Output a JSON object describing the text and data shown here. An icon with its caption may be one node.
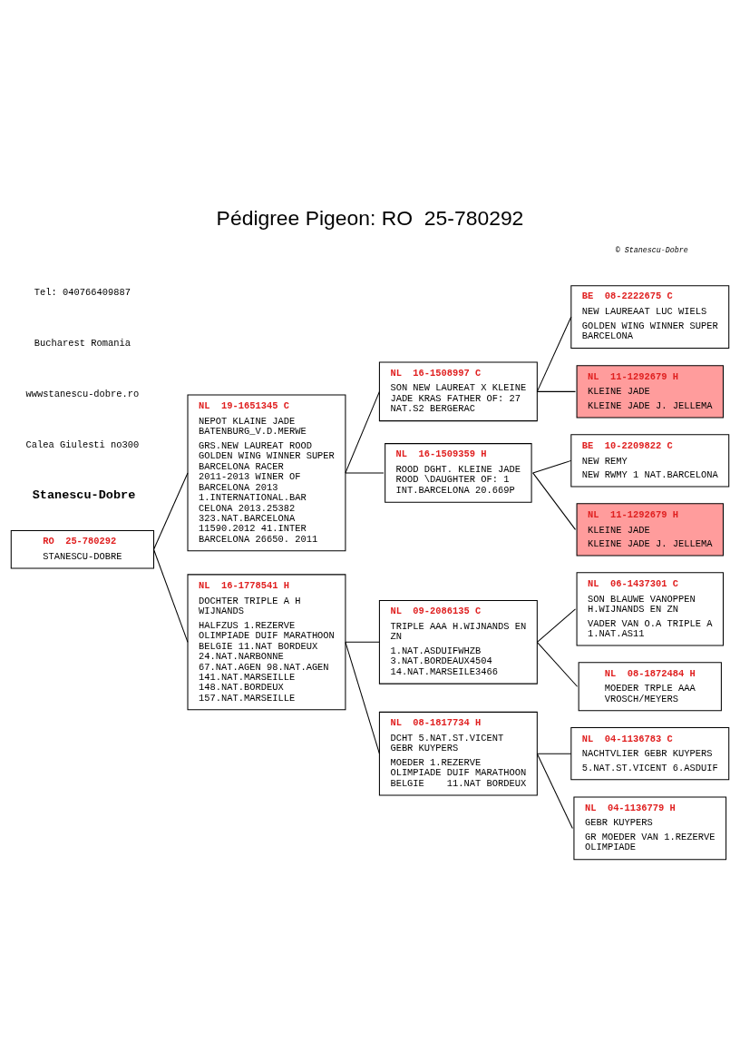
{
  "diagram": {
    "title": "Pédigree Pigeon: RO  25-780292",
    "nodes": [
      {
        "text": [
          "RO  25-780292",
          "STANESCU-DOBRE"
        ]
      },
      {
        "text": [
          "NL  19-1651345 C",
          "NEPOT KLAINE JADE BATENBURG_V.D.MERWE",
          "GRS.NEW LAUREAT ROOD GOLDEN WING WINNER SUPER BARCELONA RACER 2011-2013 WINER OF BARCELONA 2013 1.INTERNATIONAL.BAR CELONA 2013.25382 323.NAT.BARCELONA 11590.2012 41.INTER BARCELONA 26650. 2011"
        ]
      },
      {
        "text": [
          "NL  16-1778541 H",
          "DOCHTER TRIPLE A H WIJNANDS",
          "HALFZUS 1.REZERVE OLIMPIADE DUIF MARATHOON BELGIE 11.NAT BORDEUX 24.NAT.NARBONNE 67.NAT.AGEN 98.NAT.AGEN 141.NAT.MARSEILLE 148.NAT.BORDEUX 157.NAT.MARSEILLE"
        ]
      },
      {
        "text": [
          "NL  16-1508997 C",
          "SON NEW LAUREAT X KLEINE JADE KRAS FATHER OF: 27 NAT.S2 BERGERAC"
        ]
      },
      {
        "text": [
          "NL  16-1509359 H",
          "ROOD DGHT. KLEINE JADE ROOD \\DAUGHTER OF: 1 INT.BARCELONA 20.669P"
        ]
      },
      {
        "text": [
          "NL  09-2086135 C",
          "TRIPLE AAA H.WIJNANDS EN ZN",
          "1.NAT.ASDUIFWHZB 3.NAT.BORDEAUX4504 14.NAT.MARSEILE3466"
        ]
      },
      {
        "text": [
          "NL  08-1817734 H",
          "DCHT 5.NAT.ST.VICENT GEBR KUYPERS",
          "MOEDER 1.REZERVE OLIMPIADE DUIF MARATHOON BELGIE    11.NAT BORDEUX"
        ]
      },
      {
        "text": [
          "BE  08-2222675 C",
          "NEW LAUREAAT LUC WIELS",
          "GOLDEN WING WINNER SUPER BARCELONA"
        ]
      },
      {
        "text": [
          "NL  11-1292679 H",
          "KLEINE JADE",
          "KLEINE JADE J. JELLEMA"
        ]
      },
      {
        "text": [
          "BE  10-2209822 C",
          "NEW REMY",
          "NEW RWMY 1 NAT.BARCELONA"
        ]
      },
      {
        "text": [
          "NL  11-1292679 H",
          "KLEINE JADE",
          "KLEINE JADE J. JELLEMA"
        ]
      },
      {
        "text": [
          "NL  06-1437301 C",
          "SON BLAUWE VANOPPEN H.WIJNANDS EN ZN",
          "VADER VAN O.A TRIPLE A 1.NAT.AS11"
        ]
      },
      {
        "text": [
          "NL  08-1872484 H",
          "MOEDER TRPLE AAA VROSCH/MEYERS"
        ]
      },
      {
        "text": [
          "NL  04-1136783 C",
          "NACHTVLIER GEBR KUYPERS",
          "5.NAT.ST.VICENT 6.ASDUIF"
        ]
      },
      {
        "text": [
          "NL  04-1136779 H",
          "GEBR KUYPERS",
          "GR MOEDER VAN 1.REZERVE OLIMPIADE"
        ]
      }
    ],
    "edges": [
      {
        "from": 0,
        "to": 1,
        "arrow": "none"
      },
      {
        "from": 0,
        "to": 2,
        "arrow": "none"
      },
      {
        "from": 1,
        "to": 3,
        "arrow": "none"
      },
      {
        "from": 1,
        "to": 4,
        "arrow": "none"
      },
      {
        "from": 2,
        "to": 5,
        "arrow": "none"
      },
      {
        "from": 2,
        "to": 6,
        "arrow": "none"
      },
      {
        "from": 3,
        "to": 7,
        "arrow": "none"
      },
      {
        "from": 3,
        "to": 8,
        "arrow": "none"
      },
      {
        "from": 4,
        "to": 9,
        "arrow": "none"
      },
      {
        "from": 4,
        "to": 10,
        "arrow": "none"
      },
      {
        "from": 5,
        "to": 11,
        "arrow": "none"
      },
      {
        "from": 5,
        "to": 12,
        "arrow": "none"
      },
      {
        "from": 6,
        "to": 13,
        "arrow": "none"
      },
      {
        "from": 6,
        "to": 14,
        "arrow": "none"
      }
    ],
    "labels": [
      "Stanescu-Dobre",
      "Calea Giulesti no300",
      "wwwstanescu-dobre.ro",
      "Bucharest Romania",
      "Tel: 040766409887",
      "© Stanescu-Dobre"
    ]
  }
}
